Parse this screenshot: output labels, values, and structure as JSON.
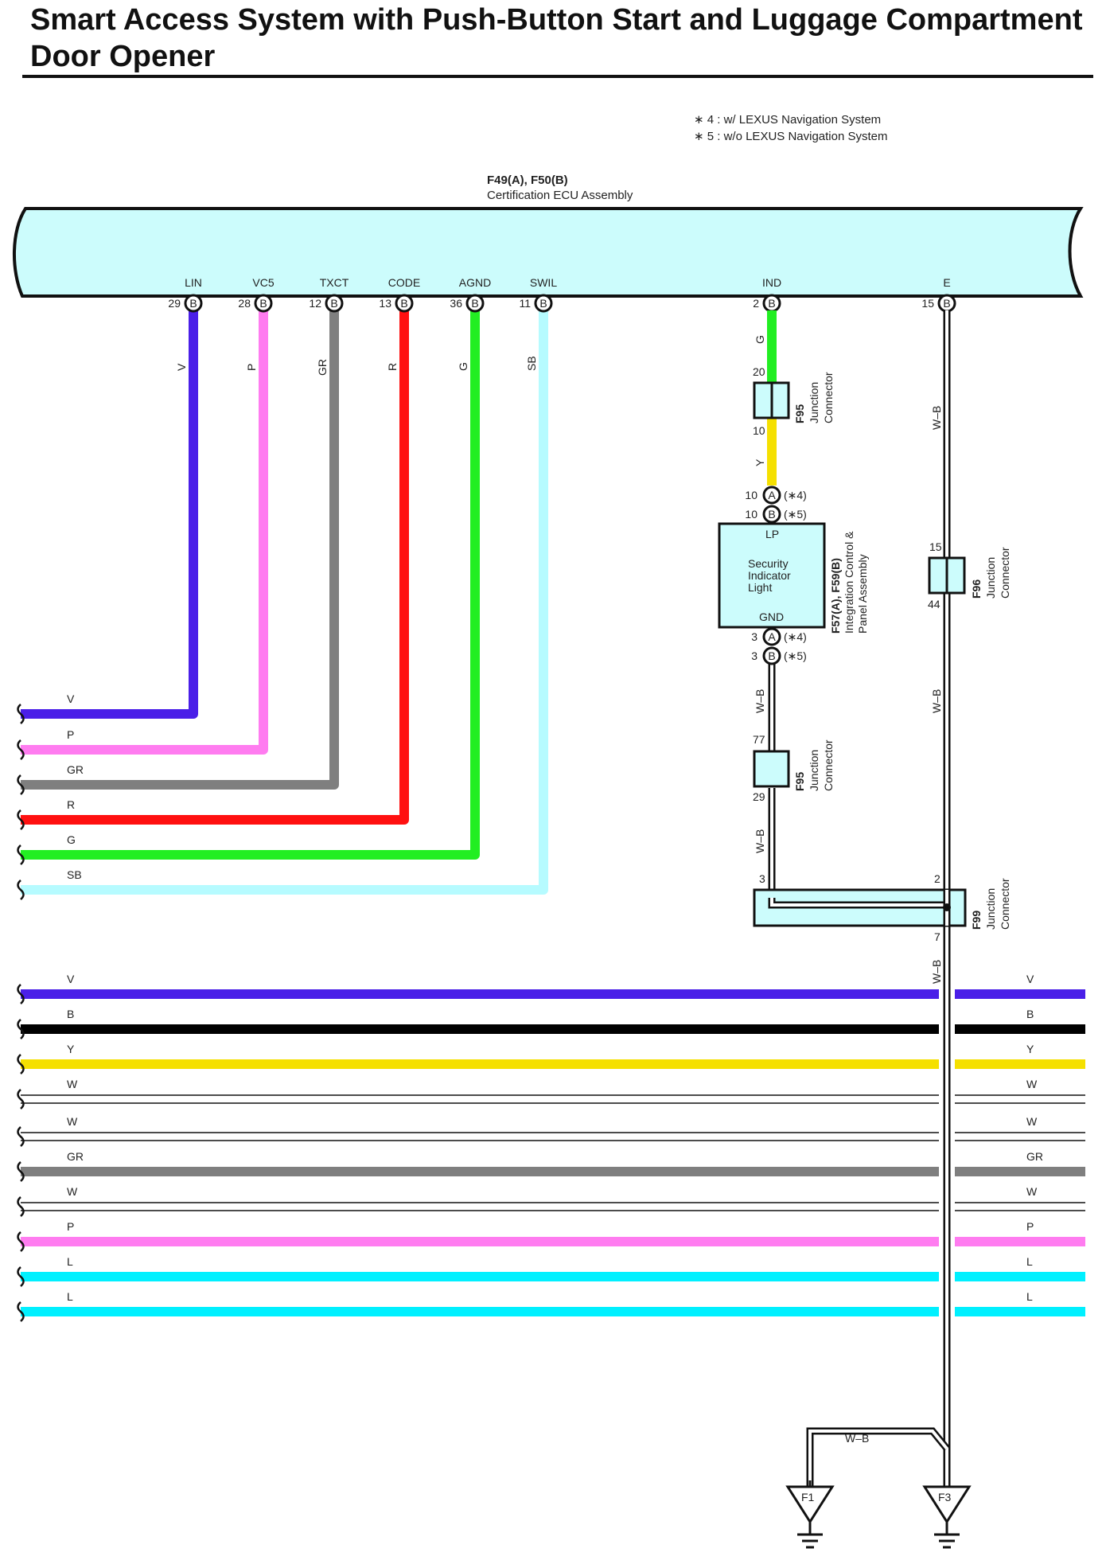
{
  "title": "Smart Access System with Push-Button Start and Luggage Compartment Door Opener",
  "notes": [
    "∗ 4 : w/ LEXUS Navigation System",
    "∗ 5 : w/o LEXUS Navigation System"
  ],
  "ecu": {
    "code": "F49(A), F50(B)",
    "name": "Certification ECU Assembly"
  },
  "ecu_pins": [
    {
      "label": "LIN",
      "pin": "29",
      "conn": "B",
      "wire": "V",
      "color": "#4a1fe8"
    },
    {
      "label": "VC5",
      "pin": "28",
      "conn": "B",
      "wire": "P",
      "color": "#ff7cf0"
    },
    {
      "label": "TXCT",
      "pin": "12",
      "conn": "B",
      "wire": "GR",
      "color": "#7f7f7f"
    },
    {
      "label": "CODE",
      "pin": "13",
      "conn": "B",
      "wire": "R",
      "color": "#ff1010"
    },
    {
      "label": "AGND",
      "pin": "36",
      "conn": "B",
      "wire": "G",
      "color": "#22ee22"
    },
    {
      "label": "SWIL",
      "pin": "11",
      "conn": "B",
      "wire": "SB",
      "color": "#b6fbff"
    },
    {
      "label": "IND",
      "pin": "2",
      "conn": "B"
    },
    {
      "label": "E",
      "pin": "15",
      "conn": "B"
    }
  ],
  "ind_wires": {
    "upper": "G",
    "mid": "Y",
    "lower1": "W–B",
    "lower2": "W–B"
  },
  "e_wires": {
    "upper": "W–B",
    "mid": "W–B",
    "lower": "W–B",
    "ground": "W–B"
  },
  "f95_top": {
    "code": "F95",
    "name": "Junction Connector",
    "pin_in": "20",
    "pin_out": "10"
  },
  "f95_bottom": {
    "code": "F95",
    "name": "Junction Connector",
    "pin_in": "77",
    "pin_out": "29"
  },
  "f96": {
    "code": "F96",
    "name": "Junction Connector",
    "pin_in": "15",
    "pin_out": "44"
  },
  "f99": {
    "code": "F99",
    "name": "Junction Connector",
    "pin_a": "3",
    "pin_b": "2",
    "pin_out": "7"
  },
  "security_light": {
    "code": "F57(A), F59(B)",
    "name_line1": "Integration Control &",
    "name_line2": "Panel Assembly",
    "top_label": "LP",
    "bottom_label": "GND",
    "text_lines": [
      "Security",
      "Indicator",
      "Light"
    ],
    "top_pins": [
      {
        "pin": "10",
        "conn": "A",
        "note": "(∗4)"
      },
      {
        "pin": "10",
        "conn": "B",
        "note": "(∗5)"
      }
    ],
    "bottom_pins": [
      {
        "pin": "3",
        "conn": "A",
        "note": "(∗4)"
      },
      {
        "pin": "3",
        "conn": "B",
        "note": "(∗5)"
      }
    ]
  },
  "bus_upper": [
    {
      "label": "V",
      "color": "#4a1fe8"
    },
    {
      "label": "B",
      "color": "#000000"
    },
    {
      "label": "Y",
      "color": "#f5e000"
    },
    {
      "label": "W",
      "color": "#ffffff"
    }
  ],
  "bus_lower": [
    {
      "label": "W",
      "color": "#ffffff"
    },
    {
      "label": "GR",
      "color": "#7f7f7f"
    },
    {
      "label": "W",
      "color": "#ffffff"
    },
    {
      "label": "P",
      "color": "#ff7cf0"
    },
    {
      "label": "L",
      "color": "#00f0ff"
    },
    {
      "label": "L",
      "color": "#00f0ff"
    }
  ],
  "grounds": [
    "F1",
    "F3"
  ]
}
